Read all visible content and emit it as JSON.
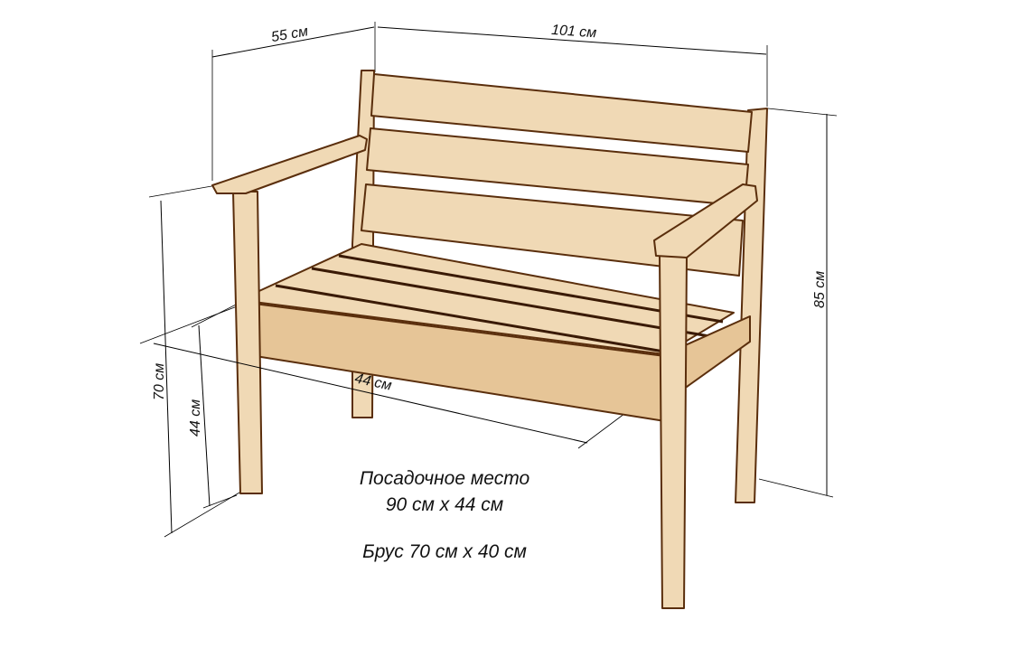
{
  "dimensions": {
    "depth": "55 см",
    "width": "101 см",
    "height": "85 см",
    "armrest_height": "70 см",
    "seat_height": "44 см",
    "seat_depth": "44 см"
  },
  "caption": {
    "seat_title": "Посадочное место",
    "seat_size": "90 см х 44 см",
    "beam": "Брус 70 см х 40 см"
  },
  "colors": {
    "wood": "#f0d9b5",
    "outline": "#5a2e0c"
  }
}
